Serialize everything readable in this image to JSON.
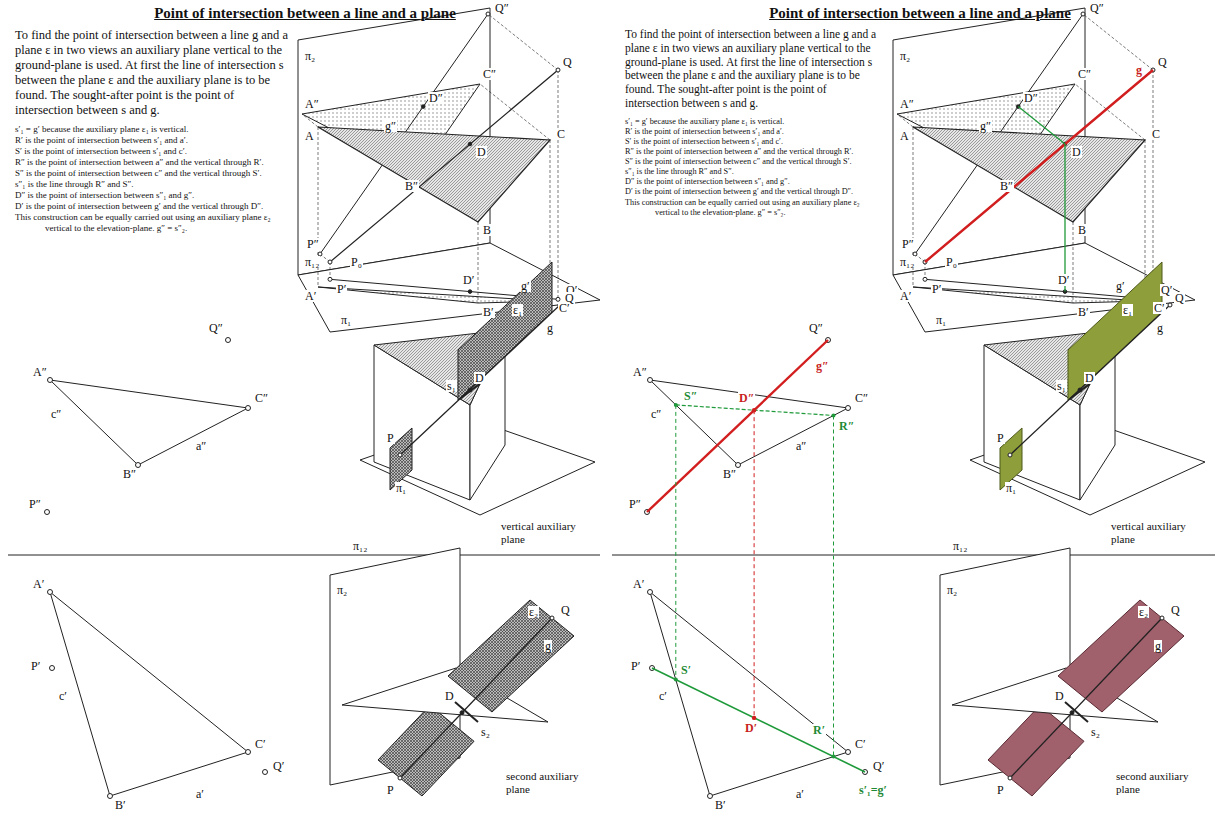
{
  "diagram": {
    "title": "Point of intersection between a line and a plane",
    "labels": [
      "To find the point of intersection between a line g and a plane ε in two views an auxiliary plane vertical to the ground-plane is used. At first the line of intersection s between the plane ε and the auxiliary plane is to be found. The sought-after point is the point of intersection between s and g.",
      "s′₁ = g′ because the auxiliary plane ε₁ is vertical.",
      "R′ is the point of intersection between s′₁ and a′.",
      "S′ is the point of intersection between s′₁ and c′.",
      "R″ is the point of intersection between a″ and the vertical through R′.",
      "S″ is the point of intersection between c″ and the vertical through S′.",
      "s″₁ is the line through R″ and S″.",
      "D″ is the point of intersection between s″₁ and g″.",
      "D′ is the point of intersection between g′ and the vertical through D″.",
      "This construction can be equally carried out using an auxiliary plane ε₂ vertical to the elevation-plane. g″ = s″₂.",
      "Q″",
      "Q",
      "π₂",
      "g″",
      "C″",
      "A″",
      "D″",
      "B″",
      "A",
      "D",
      "C",
      "B",
      "P″",
      "π₁₂",
      "P₀",
      "A′",
      "P′",
      "D′",
      "g′",
      "C′",
      "Q′",
      "B′",
      "π₁",
      "Q″",
      "A″",
      "c″",
      "C″",
      "a″",
      "B″",
      "P″",
      "g",
      "Q",
      "ε₁",
      "s₁",
      "D",
      "P",
      "π₁",
      "vertical auxiliary plane",
      "π₁₂",
      "A′",
      "P′",
      "c′",
      "C′",
      "a′",
      "B′",
      "Q′",
      "π₂",
      "ε₂",
      "Q",
      "g",
      "D",
      "s₂",
      "P",
      "second auxiliary plane",
      "Point of intersection between a line and a plane",
      "To find the point of intersection between a line g and a plane ε in two views an auxiliary plane vertical to the ground-plane is used. At first the line of intersection s between the plane ε and the auxiliary plane is to be found. The sought-after point is the point of intersection between s and g.",
      "s′₁ = g′ because the auxiliary plane ε₁ is vertical.",
      "R′ is the point of intersection between s′₁ and a′.",
      "S′ is the point of intersection between s′₁ and c′.",
      "R″ is the point of intersection between a″ and the vertical through R′.",
      "S″ is the point of intersection between c″ and the vertical through S′.",
      "s″₁ is the line through R″ and S″.",
      "D″ is the point of intersection between s″₁ and g″.",
      "D′ is the point of intersection between g′ and the vertical through D″.",
      "This construction can be equally carried out using an auxiliary plane ε₂ vertical to the elevation-plane. g″ = s″₂.",
      "Q″",
      "Q",
      "π₂",
      "g″",
      "C″",
      "A″",
      "D″",
      "B″",
      "A",
      "D",
      "C",
      "B",
      "P″",
      "π₁₂",
      "P₀",
      "A′",
      "P′",
      "D′",
      "g′",
      "C′",
      "Q′",
      "B′",
      "π₁",
      "Q″",
      "A″",
      "c″",
      "C″",
      "a″",
      "B″",
      "P″",
      "g",
      "Q",
      "ε₁",
      "s₁",
      "D",
      "P",
      "π₁",
      "vertical auxiliary plane",
      "π₁₂",
      "A′",
      "P′",
      "c′",
      "C′",
      "a′",
      "B′",
      "Q′",
      "π₂",
      "ε₂",
      "Q",
      "g",
      "D",
      "s₂",
      "P",
      "second auxiliary plane",
      "g",
      "S″",
      "R″",
      "D″",
      "g″",
      "S′",
      "R′",
      "D′",
      "s′₁=g′"
    ]
  }
}
